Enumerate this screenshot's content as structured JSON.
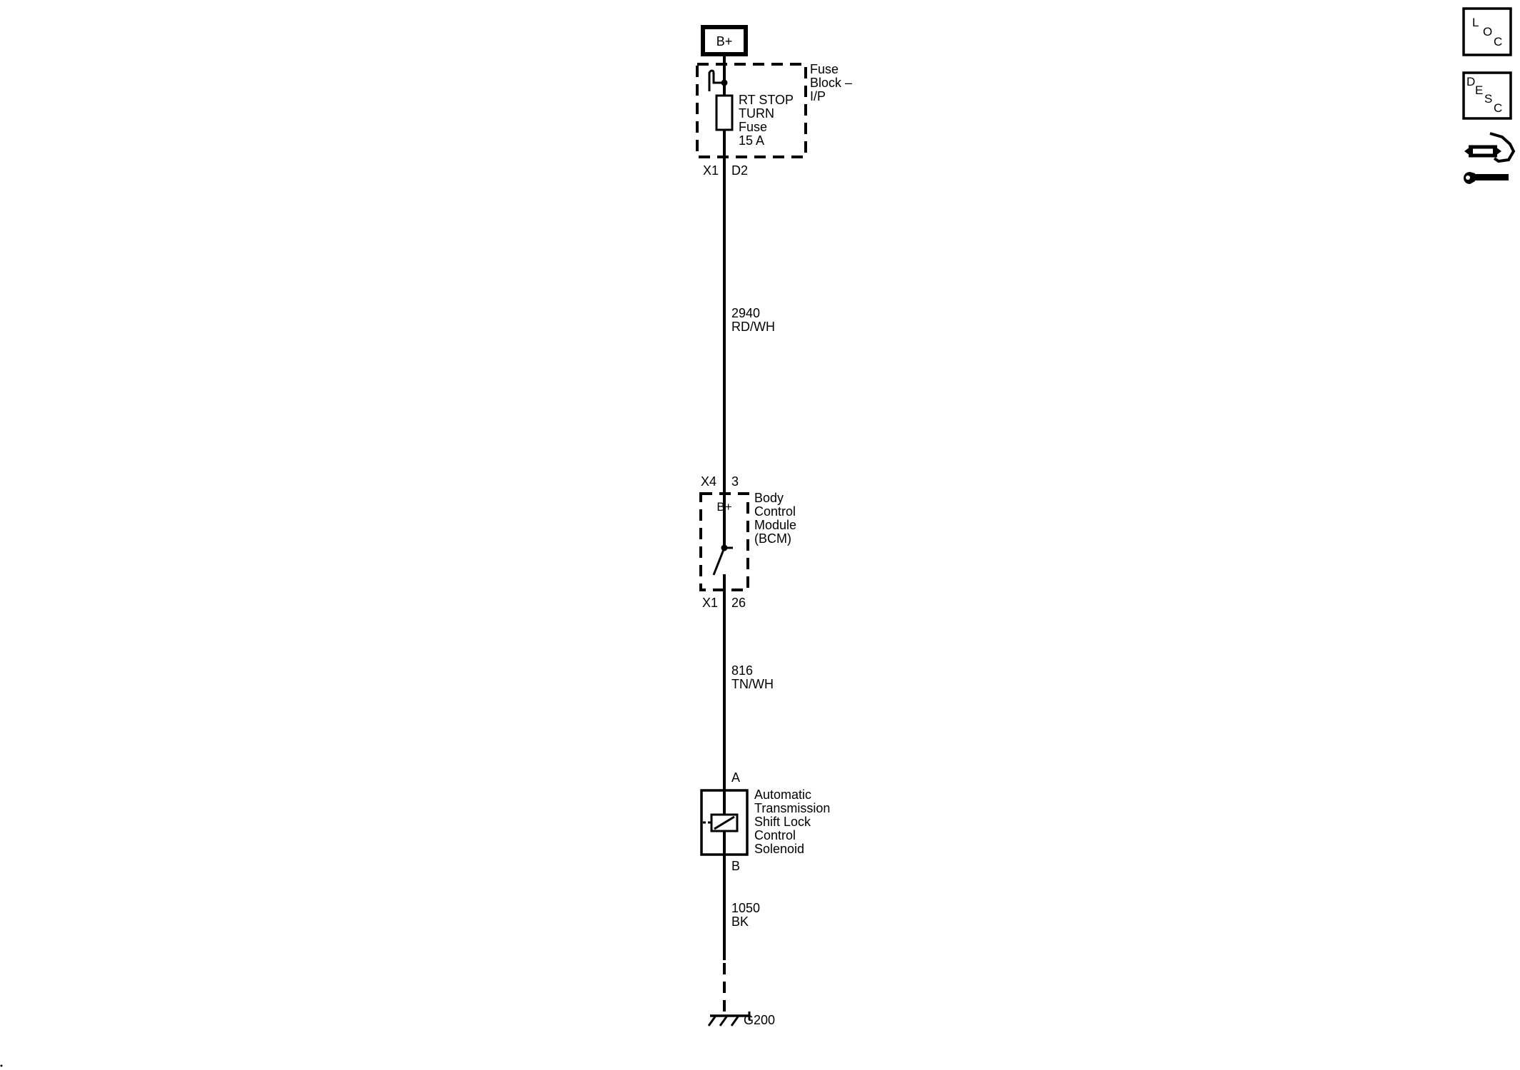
{
  "power_source": {
    "label": "B+"
  },
  "fuse_block": {
    "name_lines": [
      "Fuse",
      "Block –",
      "I/P"
    ],
    "fuse_lines": [
      "RT STOP",
      "TURN",
      "Fuse",
      "15 A"
    ],
    "connector": "X1",
    "pin": "D2"
  },
  "wire_1": {
    "circuit": "2940",
    "color": "RD/WH"
  },
  "bcm": {
    "input_connector": "X4",
    "input_pin": "3",
    "internal_label": "B+",
    "name_lines": [
      "Body",
      "Control",
      "Module",
      "(BCM)"
    ],
    "output_connector": "X1",
    "output_pin": "26"
  },
  "wire_2": {
    "circuit": "816",
    "color": "TN/WH"
  },
  "solenoid": {
    "pin_a": "A",
    "pin_b": "B",
    "name_lines": [
      "Automatic",
      "Transmission",
      "Shift Lock",
      "Control",
      "Solenoid"
    ]
  },
  "wire_3": {
    "circuit": "1050",
    "color": "BK"
  },
  "ground": {
    "label": "G200"
  },
  "side_buttons": {
    "loc": {
      "letters": [
        "L",
        "O",
        "C"
      ],
      "icon": "location-icon"
    },
    "desc": {
      "letters": [
        "D",
        "E",
        "S",
        "C"
      ],
      "icon": "description-icon"
    },
    "connector_icon": "connector-tools-icon"
  }
}
